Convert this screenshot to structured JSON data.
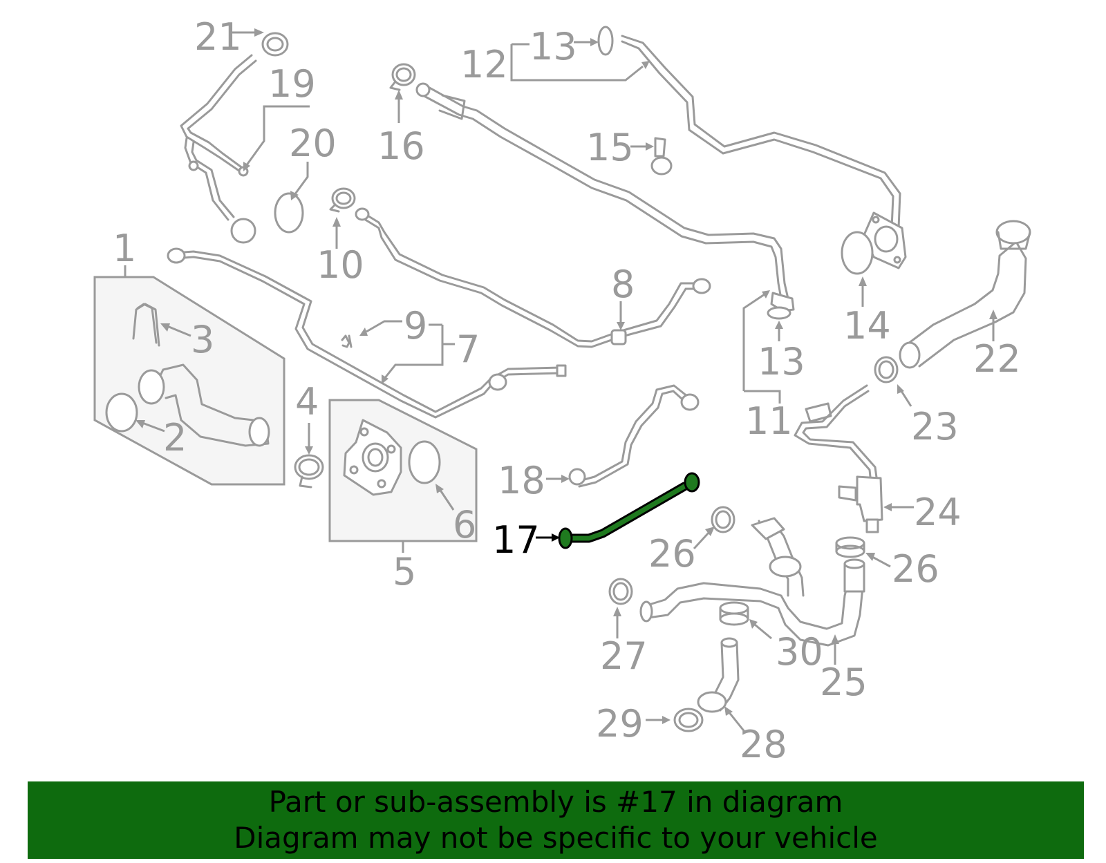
{
  "colors": {
    "line_art": "#9a9a9a",
    "highlight_part": "#1f7a1f",
    "highlight_outline": "#000000",
    "banner_background": "#0e6b0e",
    "banner_text": "#000000"
  },
  "highlighted_callout": "17",
  "callouts": {
    "c1": "1",
    "c2": "2",
    "c3": "3",
    "c4": "4",
    "c5": "5",
    "c6": "6",
    "c7": "7",
    "c8": "8",
    "c9": "9",
    "c10": "10",
    "c11": "11",
    "c12": "12",
    "c13a": "13",
    "c13b": "13",
    "c14": "14",
    "c15": "15",
    "c16": "16",
    "c17": "17",
    "c18": "18",
    "c19": "19",
    "c20": "20",
    "c21": "21",
    "c22": "22",
    "c23": "23",
    "c24": "24",
    "c25": "25",
    "c26a": "26",
    "c26b": "26",
    "c27": "27",
    "c28": "28",
    "c29": "29",
    "c30": "30"
  },
  "footer": {
    "line1": "Part or sub-assembly is #17 in diagram",
    "line2": "Diagram may not be specific to your vehicle"
  }
}
